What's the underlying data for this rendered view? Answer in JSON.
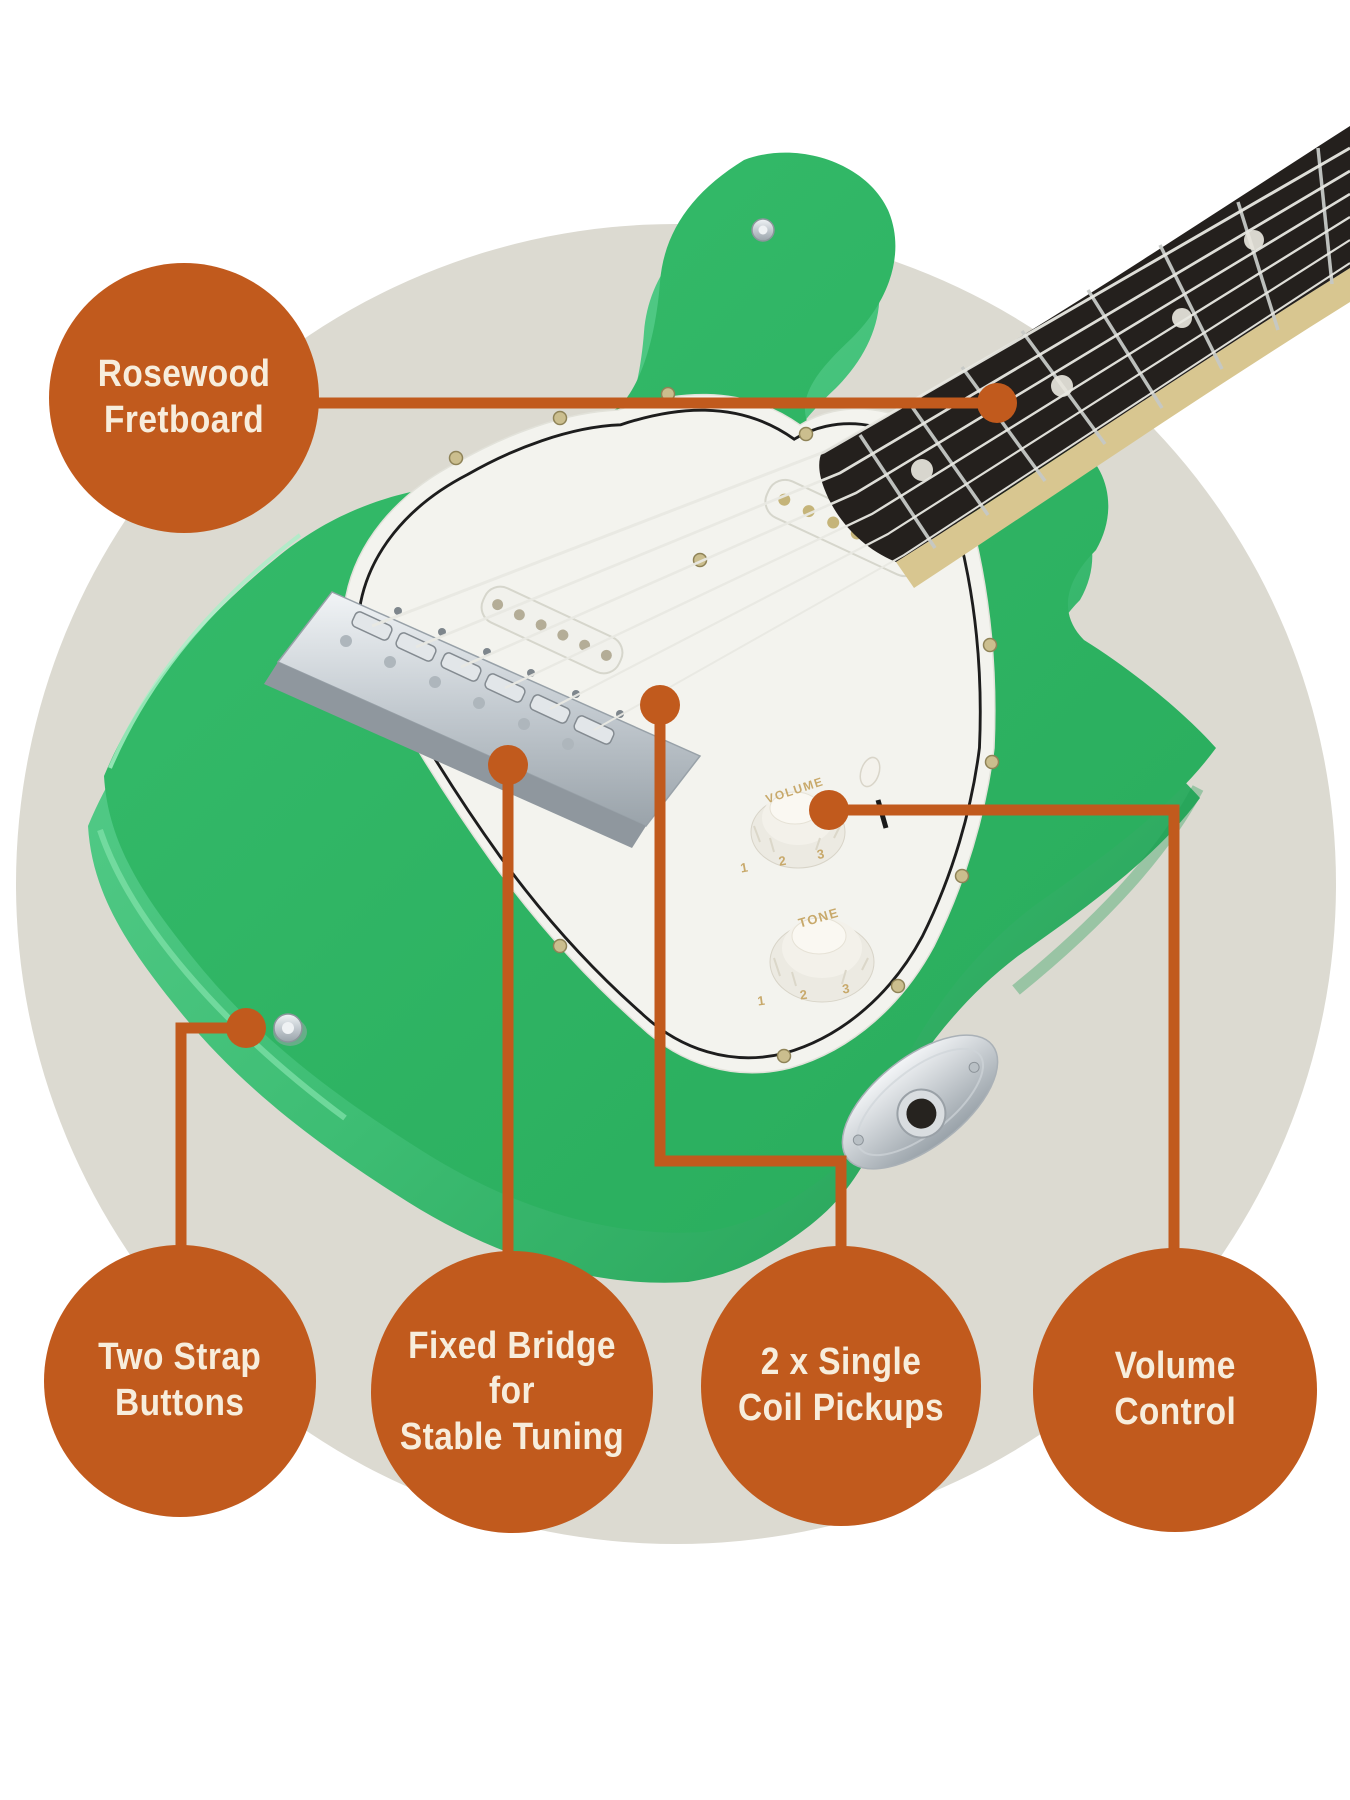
{
  "page": {
    "background_color": "#ffffff",
    "backdrop_circle_color": "#dcdad1",
    "accent_color": "#c15a1d",
    "label_text_color": "#f7eddc"
  },
  "callouts": [
    {
      "id": "rosewood-fretboard",
      "label": "Rosewood\nFretboard"
    },
    {
      "id": "two-strap-buttons",
      "label": "Two Strap\nButtons"
    },
    {
      "id": "fixed-bridge",
      "label": "Fixed Bridge for\nStable Tuning"
    },
    {
      "id": "single-coil-pickups",
      "label": "2 x Single\nCoil Pickups"
    },
    {
      "id": "volume-control",
      "label": "Volume\nControl"
    }
  ],
  "guitar": {
    "body_color": "#2fb364",
    "pickguard_color": "#f3f3ee",
    "volume_knob_label": "VOLUME",
    "tone_knob_label": "TONE",
    "volume_knob_numbers": "1 2 3",
    "tone_knob_numbers": "1 2 3"
  }
}
